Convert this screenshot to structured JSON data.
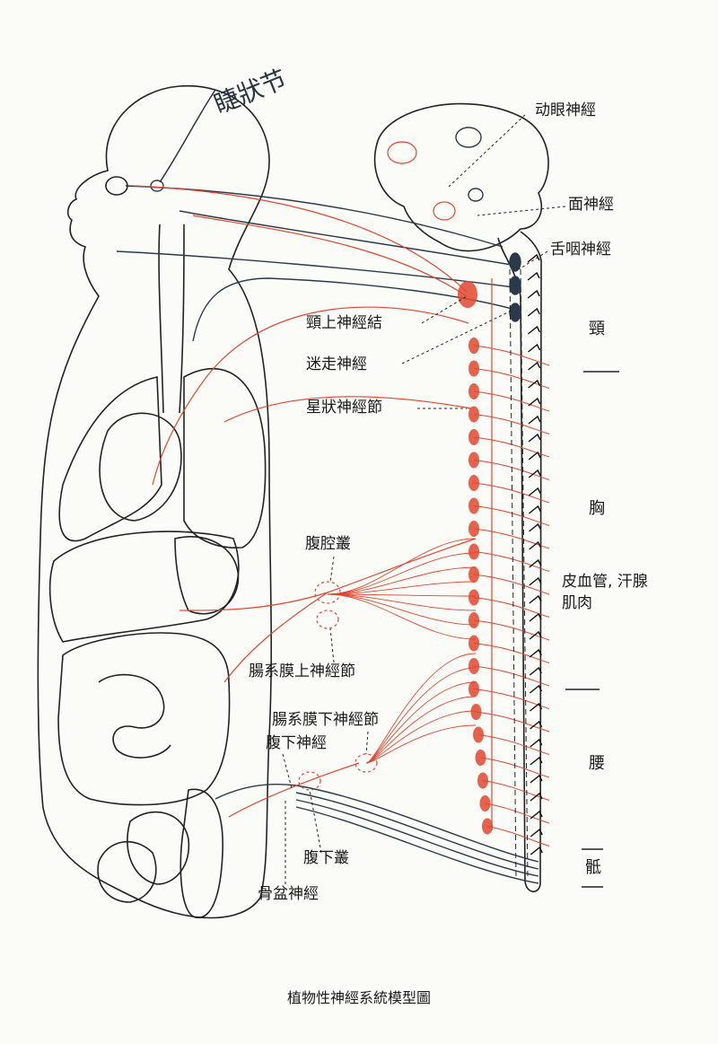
{
  "handwritten_note": "睫狀节",
  "labels": {
    "oculomotor": "动眼神經",
    "facial": "面神經",
    "glossopharyngeal": "舌咽神經",
    "superior_cervical_ganglion": "頸上神經結",
    "vagus": "迷走神經",
    "stellate_ganglion": "星狀神經節",
    "celiac_plexus": "腹腔叢",
    "skin_vessels_glands": "皮血管, 汗腺",
    "muscle": "肌肉",
    "superior_mesenteric_ganglion": "腸系膜上神經節",
    "inferior_mesenteric_ganglion": "腸系膜下神經節",
    "hypogastric_nerve": "腹下神經",
    "hypogastric_plexus": "腹下叢",
    "pelvic_nerve": "骨盆神經"
  },
  "regions": {
    "cervical": "頸",
    "thoracic": "胸",
    "lumbar": "腰",
    "sacral": "骶"
  },
  "caption": "植物性神經系統模型圖",
  "colors": {
    "sympathetic": "#e0462f",
    "parasympathetic": "#2b3a4a",
    "outline": "#222222"
  }
}
